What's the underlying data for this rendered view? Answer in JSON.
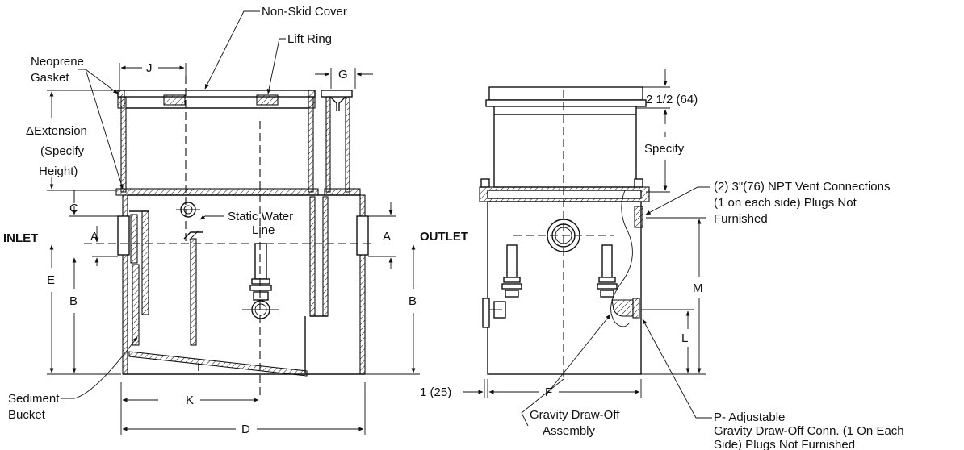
{
  "labels": {
    "non_skid_cover": "Non-Skid Cover",
    "lift_ring": "Lift Ring",
    "neoprene_line1": "Neoprene",
    "neoprene_line2": "Gasket",
    "j": "J",
    "g": "G",
    "extension_line1": "ΔExtension",
    "extension_line2": "(Specify",
    "extension_line3": "Height)",
    "c": "C",
    "inlet": "INLET",
    "a_left": "A",
    "e": "E",
    "b_left": "B",
    "static_line1": "Static Water",
    "static_line2": "Line",
    "a_right": "A",
    "outlet": "OUTLET",
    "b_right": "B",
    "sediment_line1": "Sediment",
    "sediment_line2": "Bucket",
    "k": "K",
    "d": "D",
    "two_half": "2 1/2 (64)",
    "specify": "Specify",
    "vent_line1": "(2) 3\"(76) NPT Vent Connections",
    "vent_line2": "(1 on each side) Plugs Not",
    "vent_line3": "Furnished",
    "m": "M",
    "l": "L",
    "one_25": "1 (25)",
    "f": "F",
    "gravity_line1": "Gravity Draw-Off",
    "gravity_line2": "Assembly",
    "p_line1": "P- Adjustable",
    "p_line2": "Gravity Draw-Off Conn. (1 On Each",
    "p_line3": "Side) Plugs Not Furnished"
  }
}
